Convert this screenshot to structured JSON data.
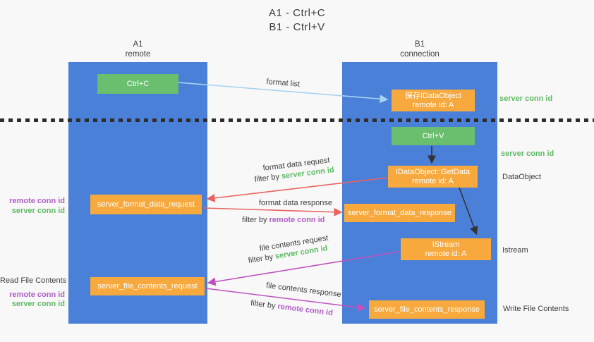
{
  "title": {
    "line1": "A1 - Ctrl+C",
    "line2": "B1 - Ctrl+V"
  },
  "lanes": {
    "a1": {
      "name": "A1",
      "role": "remote"
    },
    "b1": {
      "name": "B1",
      "role": "connection"
    }
  },
  "nodes": {
    "ctrl_c": {
      "label": "Ctrl+C"
    },
    "save_dataobject": {
      "line1": "保存IDataObject",
      "line2": "remote id: A"
    },
    "ctrl_v": {
      "label": "Ctrl+V"
    },
    "getdata": {
      "line1": "IDataObject::GetData",
      "line2": "remote id: A"
    },
    "format_request": {
      "label": "server_format_data_request"
    },
    "format_response": {
      "label": "server_format_data_response"
    },
    "istream": {
      "line1": "IStream",
      "line2": "remote id: A"
    },
    "file_request": {
      "label": "server_file_contents_request"
    },
    "file_response": {
      "label": "server_file_contents_response"
    }
  },
  "arrows": {
    "format_list": {
      "label": "format list"
    },
    "format_data_request": {
      "label": "format data request",
      "filter_prefix": "filter by ",
      "filter_key": "server conn id"
    },
    "format_data_response": {
      "label": "format data response",
      "filter_prefix": "filter by ",
      "filter_key": "remote conn id"
    },
    "file_contents_request": {
      "label": "file contents request",
      "filter_prefix": "filter by ",
      "filter_key": "server conn id"
    },
    "file_contents_response": {
      "label": "file contents response",
      "filter_prefix": "filter by ",
      "filter_key": "remote conn id"
    }
  },
  "annotations": {
    "right": {
      "server_conn_id_top": "server conn id",
      "server_conn_id_mid": "server conn id",
      "dataobject": "DataObject",
      "istream": "Istream",
      "write_file_contents": "Write File Contents"
    },
    "left": {
      "format_remote_conn_id": "remote conn id",
      "format_server_conn_id": "server conn id",
      "read_file_contents": "Read File Contents",
      "file_remote_conn_id": "remote conn id",
      "file_server_conn_id": "server conn id"
    }
  },
  "colors": {
    "lane_blue": "#4a80d8",
    "node_green": "#69bf6e",
    "node_orange": "#f7a93d",
    "arrow_red": "#ea6360",
    "arrow_magenta": "#c052be",
    "arrow_lightblue": "#a9d3f1",
    "arrow_black": "#333333",
    "text_green": "#5fba64",
    "text_purple": "#b05fc5"
  }
}
